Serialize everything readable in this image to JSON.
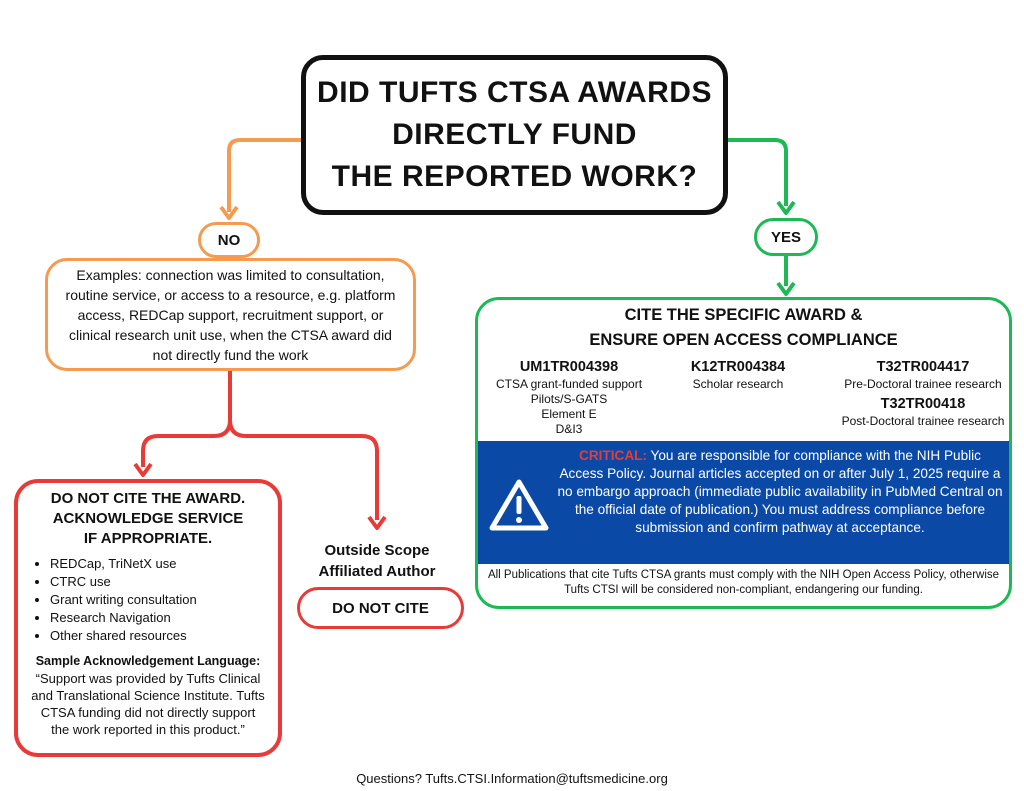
{
  "question": {
    "lines": [
      "DID TUFTS CTSA AWARDS",
      "DIRECTLY FUND",
      "THE REPORTED WORK?"
    ]
  },
  "no_label": "NO",
  "yes_label": "YES",
  "examples_text": "Examples: connection was limited to consultation, routine service, or access to a resource, e.g. platform access, REDCap support, recruitment support, or clinical research unit use, when the CTSA award did not directly fund the work",
  "do_not_cite": {
    "title_lines": [
      "DO NOT CITE THE AWARD.",
      "ACKNOWLEDGE SERVICE",
      "IF APPROPRIATE."
    ],
    "items": [
      "REDCap, TriNetX use",
      "CTRC use",
      "Grant writing consultation",
      "Research Navigation",
      "Other shared resources"
    ],
    "sample_label": "Sample Acknowledgement Language:",
    "sample_text": "“Support was provided by Tufts Clinical and Translational Science Institute. Tufts CTSA funding did not directly support the work reported in this product.”"
  },
  "outside_scope": {
    "title_lines": [
      "Outside Scope",
      "Affiliated Author"
    ],
    "pill": "DO NOT CITE"
  },
  "cite": {
    "title_lines": [
      "CITE THE SPECIFIC AWARD &",
      "ENSURE OPEN ACCESS COMPLIANCE"
    ],
    "awards": [
      {
        "code": "UM1TR004398",
        "desc": [
          "CTSA grant-funded support",
          "Pilots/S-GATS",
          "Element E",
          "D&I3"
        ]
      },
      {
        "code": "K12TR004384",
        "desc": [
          "Scholar research"
        ]
      },
      {
        "code": "T32TR004417",
        "desc": [
          "Pre-Doctoral trainee research"
        ]
      },
      {
        "code": "T32TR00418",
        "desc": [
          "Post-Doctoral trainee research"
        ]
      }
    ],
    "critical_label": "CRITICAL:",
    "critical_text": "You are responsible for compliance with the NIH Public Access Policy. Journal articles accepted on or after July 1, 2025 require a no embargo approach (immediate public availability in PubMed Central on the official date of publication.) You must address compliance before submission and confirm pathway at acceptance.",
    "footer": "All Publications that cite Tufts CTSA grants must comply with the NIH Open Access Policy, otherwise Tufts CTSI will be considered non-compliant, endangering our funding."
  },
  "contact": "Questions? Tufts.CTSI.Information@tuftsmedicine.org",
  "colors": {
    "no_branch": "#F59A4F",
    "yes_branch": "#1DB954",
    "do_not_cite": "#E83A36",
    "critical_bg": "#0A4AA6",
    "critical_label": "#E83A36"
  }
}
